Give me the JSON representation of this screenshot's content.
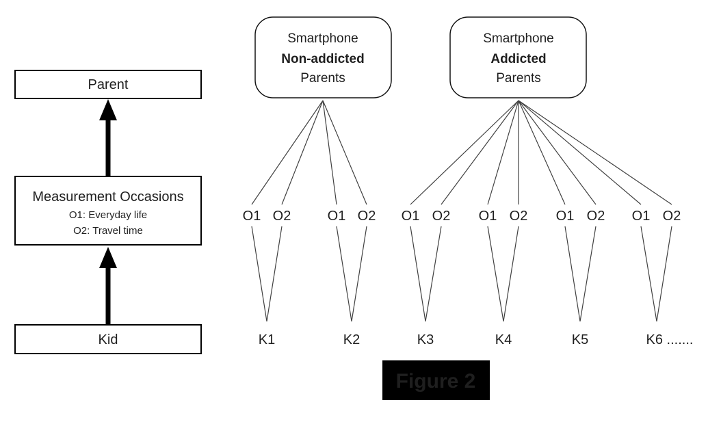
{
  "left_panel": {
    "parent_label": "Parent",
    "measurement": {
      "title": "Measurement Occasions",
      "item1": "O1: Everyday life",
      "item2": "O2: Travel time"
    },
    "kid_label": "Kid"
  },
  "groups": [
    {
      "line1": "Smartphone",
      "line2": "Non-addicted",
      "line3": "Parents"
    },
    {
      "line1": "Smartphone",
      "line2": "Addicted",
      "line3": "Parents"
    }
  ],
  "occasions": [
    "O1",
    "O2",
    "O1",
    "O2",
    "O1",
    "O2",
    "O1",
    "O2",
    "O1",
    "O2",
    "O1",
    "O2"
  ],
  "kids": [
    "K1",
    "K2",
    "K3",
    "K4",
    "K5",
    "K6 ......."
  ],
  "caption": {
    "label": "Figure 2"
  },
  "colors": {
    "background": "#ffffff",
    "box_border": "#000000",
    "connector_line": "#404040",
    "text": "#1f1f1f",
    "caption_bg": "#000000",
    "caption_text": "#ffffff"
  }
}
